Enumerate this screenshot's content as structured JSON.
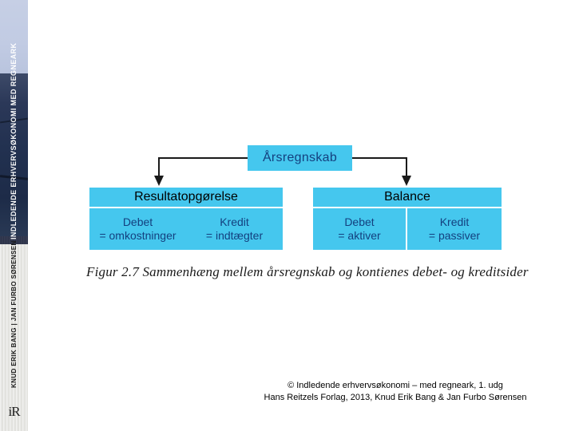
{
  "book_spine": {
    "title": "INDLEDENDE ERHVERVSØKONOMI MED REGNEARK",
    "authors": "KNUD ERIK BANG | JAN FURBO SØRENSEN",
    "publisher_logo": "iR",
    "colors": {
      "sky": "#c3cde4",
      "dark": "#22304c",
      "light": "#e8e8e6"
    }
  },
  "diagram": {
    "accent_color": "#45c7ee",
    "text_color": "#14407f",
    "top_node": {
      "label": "Årsregnskab"
    },
    "boxes": [
      {
        "id": "resultatopgorelse",
        "header": "Resultatopgørelse",
        "cells": [
          {
            "top": "Debet",
            "bottom": "= omkostninger"
          },
          {
            "top": "Kredit",
            "bottom": "= indtægter"
          }
        ],
        "divided": false
      },
      {
        "id": "balance",
        "header": "Balance",
        "cells": [
          {
            "top": "Debet",
            "bottom": "= aktiver"
          },
          {
            "top": "Kredit",
            "bottom": "= passiver"
          }
        ],
        "divided": true
      }
    ],
    "caption": "Figur 2.7 Sammenhæng mellem årsregnskab og kontienes debet- og kreditsider"
  },
  "footer": {
    "line1": "© Indledende erhvervsøkonomi – med regneark, 1. udg",
    "line2": "Hans Reitzels Forlag, 2013, Knud Erik Bang & Jan Furbo Sørensen"
  }
}
